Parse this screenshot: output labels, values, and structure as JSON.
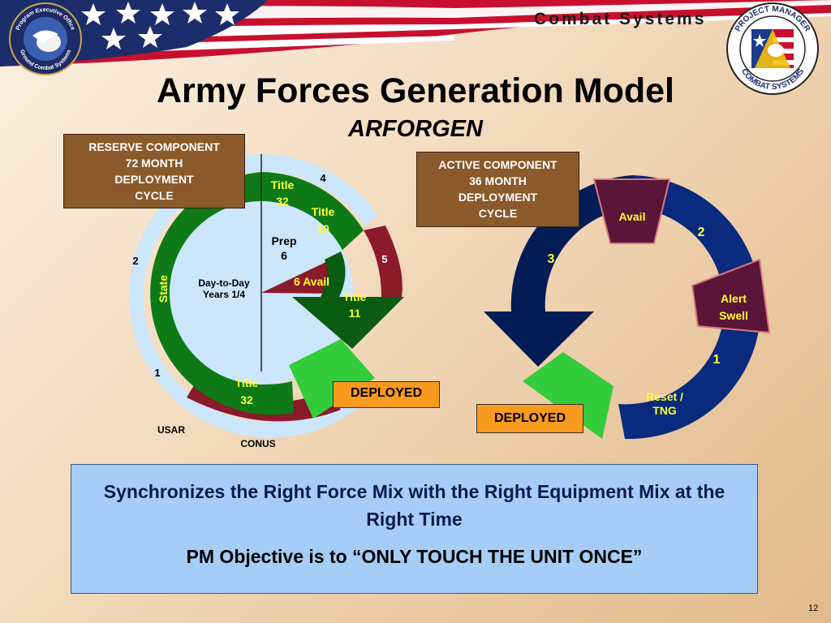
{
  "header": {
    "brand": "Combat Systems",
    "title": "Army Forces Generation Model",
    "subtitle": "ARFORGEN",
    "left_logo": {
      "icon": "program-executive-office-seal",
      "top_text": "Program Executive Office",
      "bottom_text": "Ground Combat Systems"
    },
    "right_logo": {
      "icon": "pm-combat-systems-seal",
      "top_text": "PROJECT MANAGER",
      "bottom_text": "COMBAT SYSTEMS"
    }
  },
  "reserve": {
    "callout": [
      "RESERVE COMPONENT",
      "72 MONTH",
      "DEPLOYMENT",
      "CYCLE"
    ],
    "outer_labels": {
      "n4": "4",
      "n5": "5",
      "n2": "2",
      "n1": "1",
      "usar": "USAR",
      "conus": "CONUS"
    },
    "segments": {
      "title32_top": [
        "Title",
        "32"
      ],
      "title10": [
        "Title",
        "10"
      ],
      "prep": [
        "Prep",
        "6"
      ],
      "avail": "6 Avail",
      "title11": [
        "Title",
        "11"
      ],
      "state": "State",
      "title32_bottom": [
        "Title",
        "32"
      ],
      "center": [
        "Day-to-Day",
        "Years 1/4"
      ]
    },
    "deployed": "DEPLOYED"
  },
  "active": {
    "callout": [
      "ACTIVE COMPONENT",
      "36 MONTH",
      "DEPLOYMENT",
      "CYCLE"
    ],
    "labels": {
      "avail": "Avail",
      "n2": "2",
      "n3": "3",
      "alert": [
        "Alert",
        "Swell"
      ],
      "n1": "1",
      "reset": [
        "Reset /",
        "TNG"
      ]
    },
    "deployed": "DEPLOYED"
  },
  "summary": {
    "line1": "Synchronizes the Right Force Mix with the Right Equipment Mix at the Right Time",
    "line2": "PM Objective is to “ONLY TOUCH THE UNIT ONCE”"
  },
  "page_number": "12",
  "colors": {
    "light_blue": "#cce6fb",
    "green": "#0e7a17",
    "dark_green": "#0a5b12",
    "maroon": "#8b1a2b",
    "bright_green": "#33cc3a",
    "navy": "#0a2a7e",
    "dark_navy": "#041c56",
    "purple": "#5a1538",
    "pink": "#d9777e",
    "brown": "#8a5a2b",
    "orange": "#f79a1e"
  }
}
